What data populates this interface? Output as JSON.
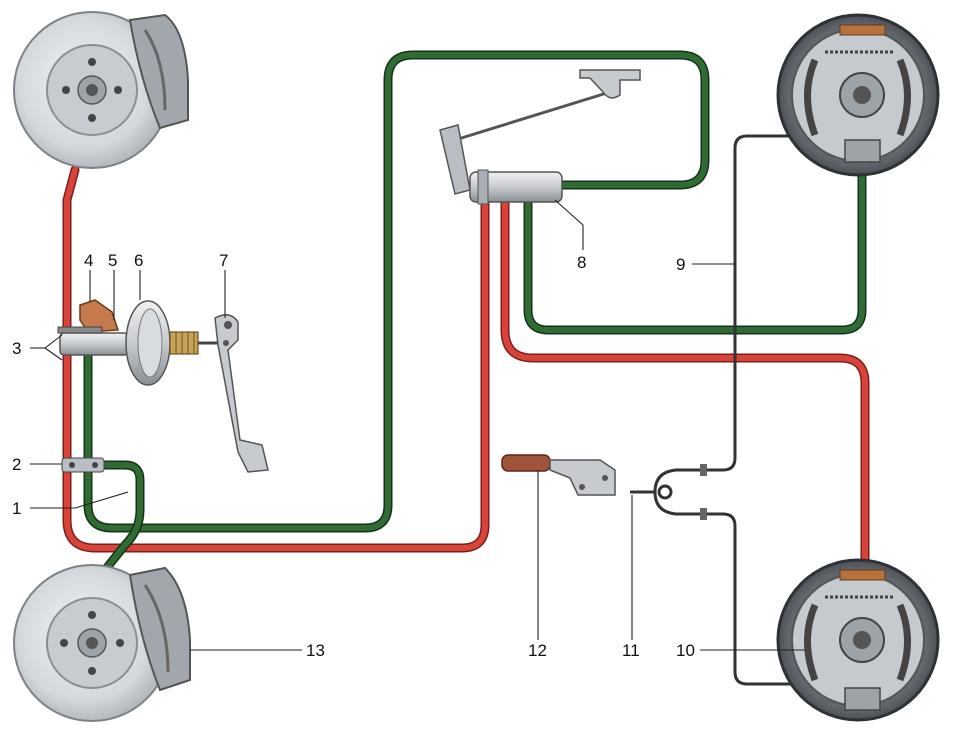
{
  "callouts": [
    {
      "id": "1",
      "text": "1"
    },
    {
      "id": "2",
      "text": "2"
    },
    {
      "id": "3",
      "text": "3"
    },
    {
      "id": "4",
      "text": "4"
    },
    {
      "id": "5",
      "text": "5"
    },
    {
      "id": "6",
      "text": "6"
    },
    {
      "id": "7",
      "text": "7"
    },
    {
      "id": "8",
      "text": "8"
    },
    {
      "id": "9",
      "text": "9"
    },
    {
      "id": "10",
      "text": "10"
    },
    {
      "id": "11",
      "text": "11"
    },
    {
      "id": "12",
      "text": "12"
    },
    {
      "id": "13",
      "text": "13"
    }
  ],
  "colors": {
    "line_red": "#d8443a",
    "line_green": "#2f6b33",
    "cable_dark": "#333333",
    "metal": "#b9bec4",
    "background": "#ffffff"
  }
}
